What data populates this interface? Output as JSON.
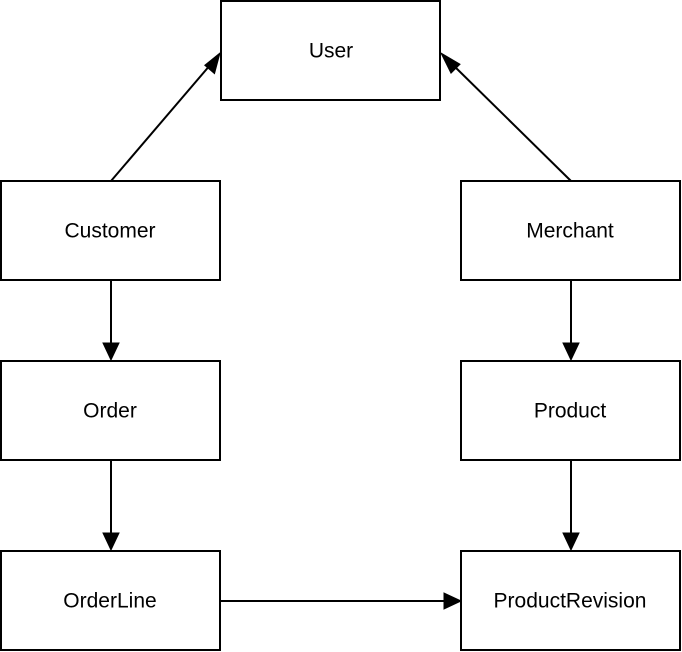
{
  "diagram": {
    "nodes": {
      "user": {
        "label": "User"
      },
      "customer": {
        "label": "Customer"
      },
      "merchant": {
        "label": "Merchant"
      },
      "order": {
        "label": "Order"
      },
      "product": {
        "label": "Product"
      },
      "orderline": {
        "label": "OrderLine"
      },
      "productrevision": {
        "label": "ProductRevision"
      }
    },
    "edges": [
      {
        "from": "customer",
        "to": "user"
      },
      {
        "from": "merchant",
        "to": "user"
      },
      {
        "from": "customer",
        "to": "order"
      },
      {
        "from": "order",
        "to": "orderline"
      },
      {
        "from": "merchant",
        "to": "product"
      },
      {
        "from": "product",
        "to": "productrevision"
      },
      {
        "from": "orderline",
        "to": "productrevision"
      }
    ]
  }
}
